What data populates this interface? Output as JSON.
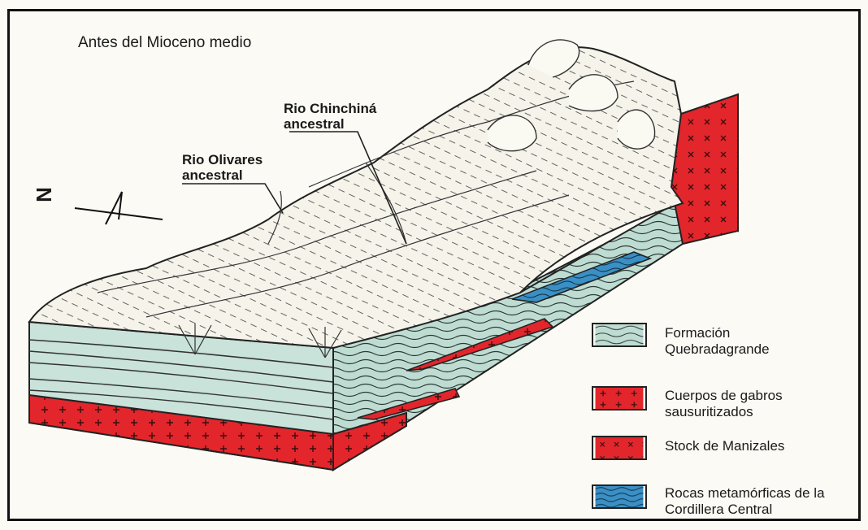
{
  "title": "Antes del Mioceno medio",
  "labels": {
    "rio_chinchina": [
      "Rio Chinchiná",
      "ancestral"
    ],
    "rio_olivares": [
      "Rio Olivares",
      "ancestral"
    ],
    "north": "N"
  },
  "legend": [
    {
      "id": "formacion",
      "lines": [
        "Formación",
        "Quebradagrande"
      ],
      "color": "#bfdcd2",
      "pattern": "waves"
    },
    {
      "id": "gabros",
      "lines": [
        "Cuerpos de gabros",
        "sausuritizados"
      ],
      "color": "#e2262c",
      "pattern": "plus"
    },
    {
      "id": "stock",
      "lines": [
        "Stock de Manizales"
      ],
      "color": "#e2262c",
      "pattern": "x"
    },
    {
      "id": "metamorficas",
      "lines": [
        "Rocas metamórficas de la",
        "Cordillera Central"
      ],
      "color": "#3a8fc4",
      "pattern": "waves"
    }
  ],
  "colors": {
    "rock_green": "#bfdcd2",
    "rock_red": "#e2262c",
    "rock_blue": "#3a8fc4",
    "terrain": "#f5f3ea",
    "ink": "#1a1a1a"
  }
}
